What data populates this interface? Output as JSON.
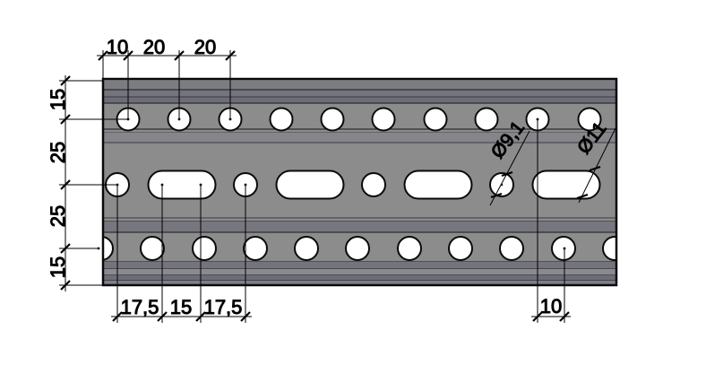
{
  "dimensions": {
    "top": [
      "10",
      "20",
      "20"
    ],
    "left": [
      "15",
      "25",
      "25",
      "15"
    ],
    "bottom_left": [
      "17,5",
      "15",
      "17,5"
    ],
    "bottom_right": [
      "10"
    ],
    "diameters": [
      "Ø9,1",
      "Ø11"
    ]
  },
  "colors": {
    "background": "#ffffff",
    "plate_face": "#8c8c8c",
    "band_top_1": "#7c7c83",
    "band_top_2": "#74747c",
    "band_dark": "#6d6d78",
    "band_mid": "#85858a",
    "band_low": "#76767e",
    "band_light": "#8a8a90",
    "band_foot": "#7e7e88",
    "outline": "#0a0a0a",
    "hole_fill": "#ffffff",
    "dimension_color": "#000000"
  }
}
